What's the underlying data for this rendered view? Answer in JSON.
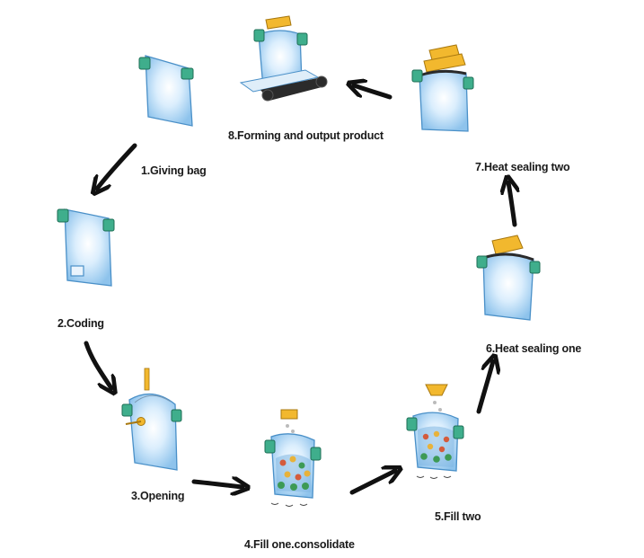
{
  "steps": [
    {
      "label": "1.Giving bag"
    },
    {
      "label": "2.Coding"
    },
    {
      "label": "3.Opening"
    },
    {
      "label": "4.Fill one.consolidate"
    },
    {
      "label": "5.Fill two"
    },
    {
      "label": "6.Heat sealing one"
    },
    {
      "label": "7.Heat sealing two"
    },
    {
      "label": "8.Forming and output product"
    }
  ],
  "colors": {
    "bag_fill": "#cfe7fb",
    "bag_edge": "#4a90c8",
    "clip": "#3fae8c",
    "sealing_jaw": "#f2b82e",
    "arrow": "#111111",
    "conveyor": "#2b2b2b"
  }
}
